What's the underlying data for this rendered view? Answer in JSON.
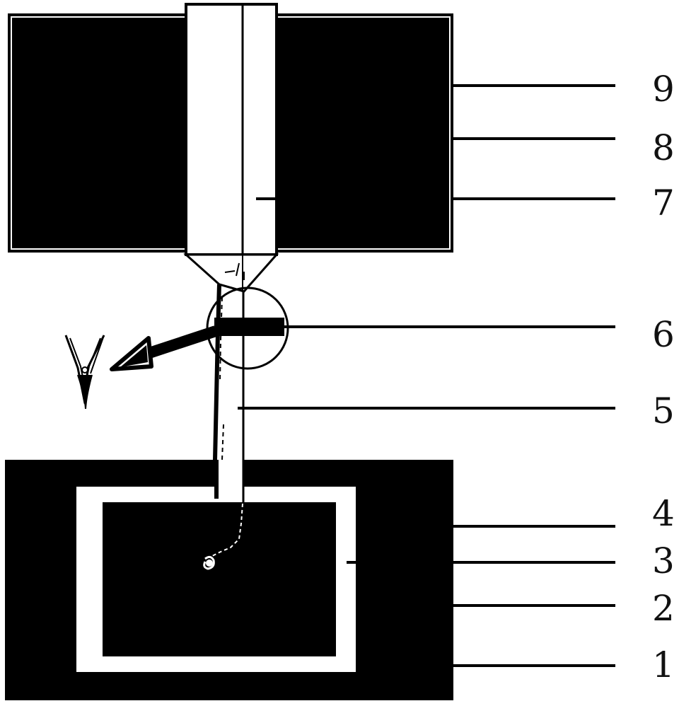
{
  "diagram": {
    "callouts": [
      {
        "label": "9"
      },
      {
        "label": "8"
      },
      {
        "label": "7"
      },
      {
        "label": "6"
      },
      {
        "label": "5"
      },
      {
        "label": "4"
      },
      {
        "label": "3"
      },
      {
        "label": "2"
      },
      {
        "label": "1"
      }
    ]
  },
  "colors": {
    "ink": "#000000",
    "paper": "#ffffff",
    "label": "#111111"
  },
  "icons": {
    "scissors": "scissors-icon",
    "direction_arrow": "arrow-down-left-icon"
  }
}
